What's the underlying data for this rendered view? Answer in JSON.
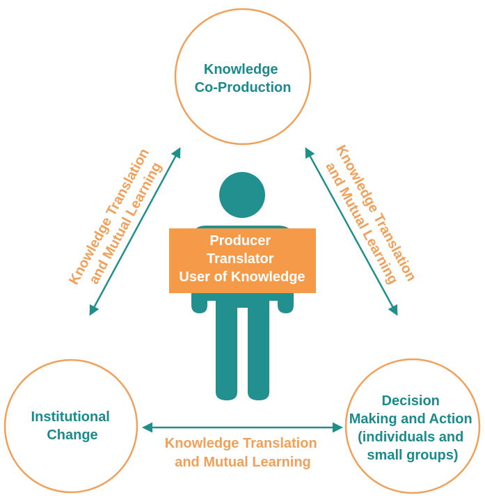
{
  "nodes": {
    "top": {
      "lines": [
        "Knowledge",
        "Co-Production"
      ]
    },
    "left": {
      "lines": [
        "Institutional",
        "Change"
      ]
    },
    "right": {
      "lines": [
        "Decision",
        "Making and Action",
        "(individuals and",
        "small groups)"
      ]
    }
  },
  "center": {
    "lines": [
      "Producer",
      "Translator",
      "User of Knowledge"
    ]
  },
  "edges": {
    "left": {
      "lines": [
        "Knowledge Translation",
        "and Mutual Learning"
      ]
    },
    "right": {
      "lines": [
        "Knowledge Translation",
        "and Mutual Learning"
      ]
    },
    "bottom": {
      "lines": [
        "Knowledge Translation",
        "and Mutual Learning"
      ]
    }
  },
  "colors": {
    "teal": "#1a8a8c",
    "orange": "#f0a058",
    "box_orange": "#f59a48",
    "white": "#ffffff"
  }
}
